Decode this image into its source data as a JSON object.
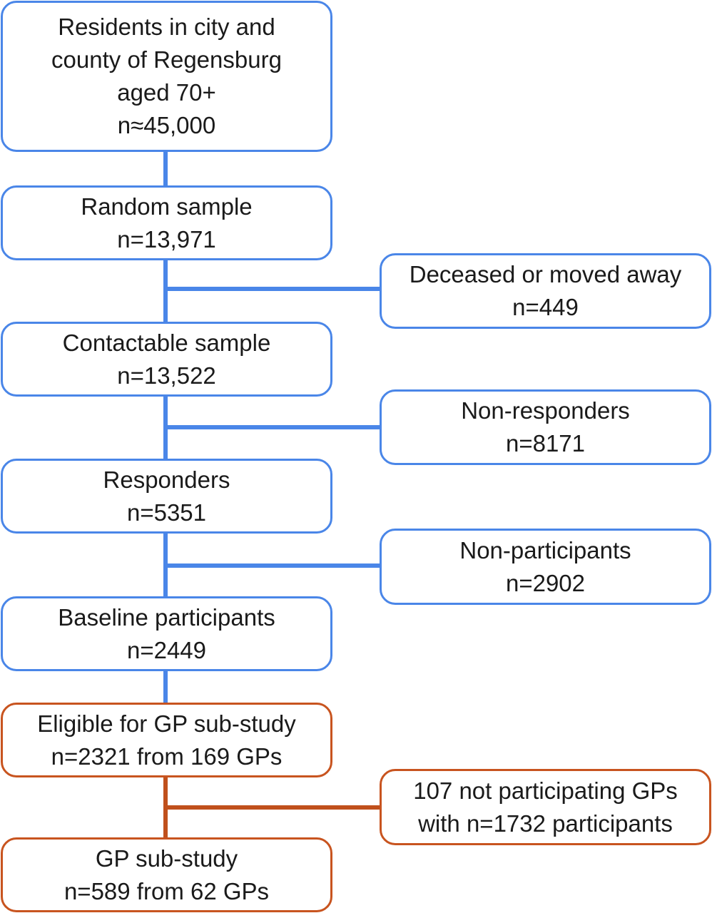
{
  "colors": {
    "blue": "#4a86e8",
    "orange": "#c8541f"
  },
  "main_flow": [
    {
      "lines": [
        "Residents in city and",
        "county of Regensburg",
        "aged 70+",
        "n≈45,000"
      ]
    },
    {
      "lines": [
        "Random sample",
        "n=13,971"
      ]
    },
    {
      "lines": [
        "Contactable sample",
        "n=13,522"
      ]
    },
    {
      "lines": [
        "Responders",
        "n=5351"
      ]
    },
    {
      "lines": [
        "Baseline participants",
        "n=2449"
      ]
    },
    {
      "lines": [
        "Eligible for GP sub-study",
        "n=2321 from 169 GPs"
      ]
    },
    {
      "lines": [
        "GP sub-study",
        "n=589 from 62 GPs"
      ]
    }
  ],
  "exclusions": [
    {
      "lines": [
        "Deceased or moved away",
        "n=449"
      ]
    },
    {
      "lines": [
        "Non-responders",
        "n=8171"
      ]
    },
    {
      "lines": [
        "Non-participants",
        "n=2902"
      ]
    },
    {
      "lines": [
        "107 not participating GPs",
        "with n=1732 participants"
      ]
    }
  ]
}
